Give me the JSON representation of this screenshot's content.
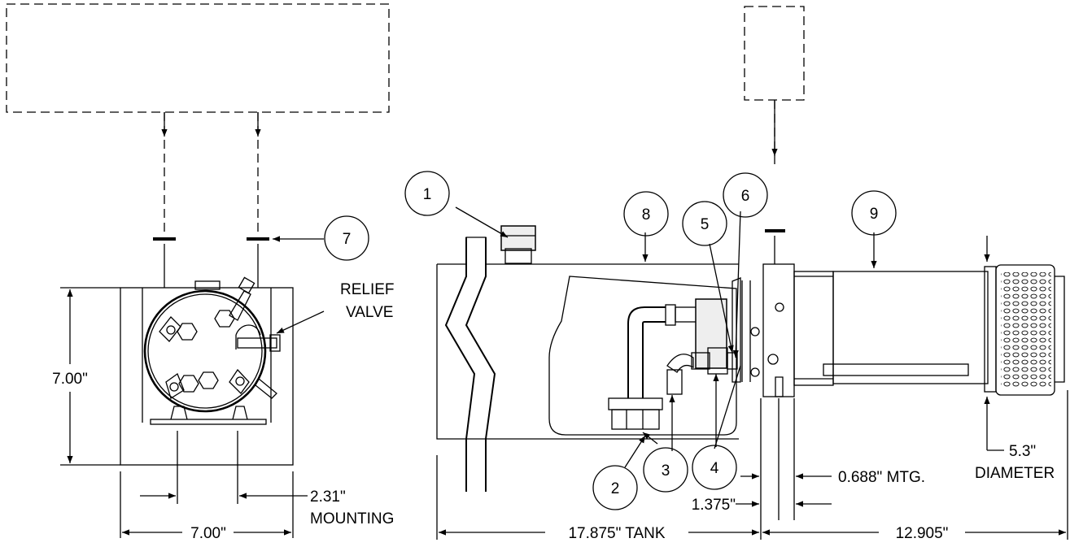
{
  "callouts": [
    "1",
    "2",
    "3",
    "4",
    "5",
    "6",
    "7",
    "8",
    "9"
  ],
  "labels": {
    "relief_line1": "RELIEF",
    "relief_line2": "VALVE",
    "height": "7.00\"",
    "width": "7.00\"",
    "mounting_value": "2.31\"",
    "mounting_label": "MOUNTING",
    "tank_length": "17.875\" TANK",
    "motor_length": "12.905\"",
    "mtg": "0.688\" MTG.",
    "offset": "1.375\"",
    "diameter_value": "5.3\"",
    "diameter_label": "DIAMETER"
  }
}
